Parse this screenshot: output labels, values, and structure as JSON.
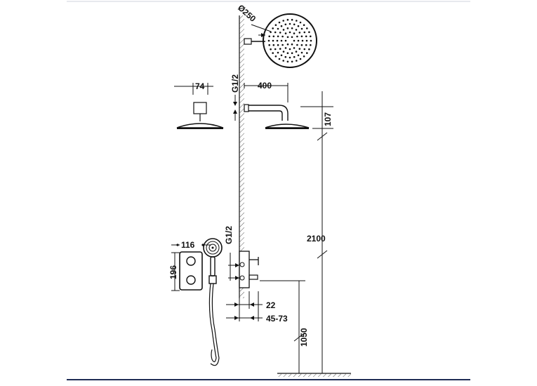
{
  "colors": {
    "ink": "#1a1a1a",
    "rule": "#1f2d55",
    "hatch": "#444444",
    "background": "#ffffff"
  },
  "icons": [
    "shower-head-front-icon",
    "shower-head-side-icon",
    "shower-arm-icon",
    "thermostatic-valve-icon",
    "hand-shower-icon",
    "hose-icon",
    "wall-bracket-icon"
  ],
  "dimensions": {
    "head_diameter": "Ø250",
    "thread_top": "G1/2",
    "arm_length": "400",
    "head_width": "74",
    "arm_drop": "107",
    "head_height": "2100",
    "thread_valve": "G1/2",
    "plate_width": "116",
    "plate_height": "196",
    "valve_depth": "22",
    "valve_range": "45-73",
    "valve_height": "1050"
  }
}
